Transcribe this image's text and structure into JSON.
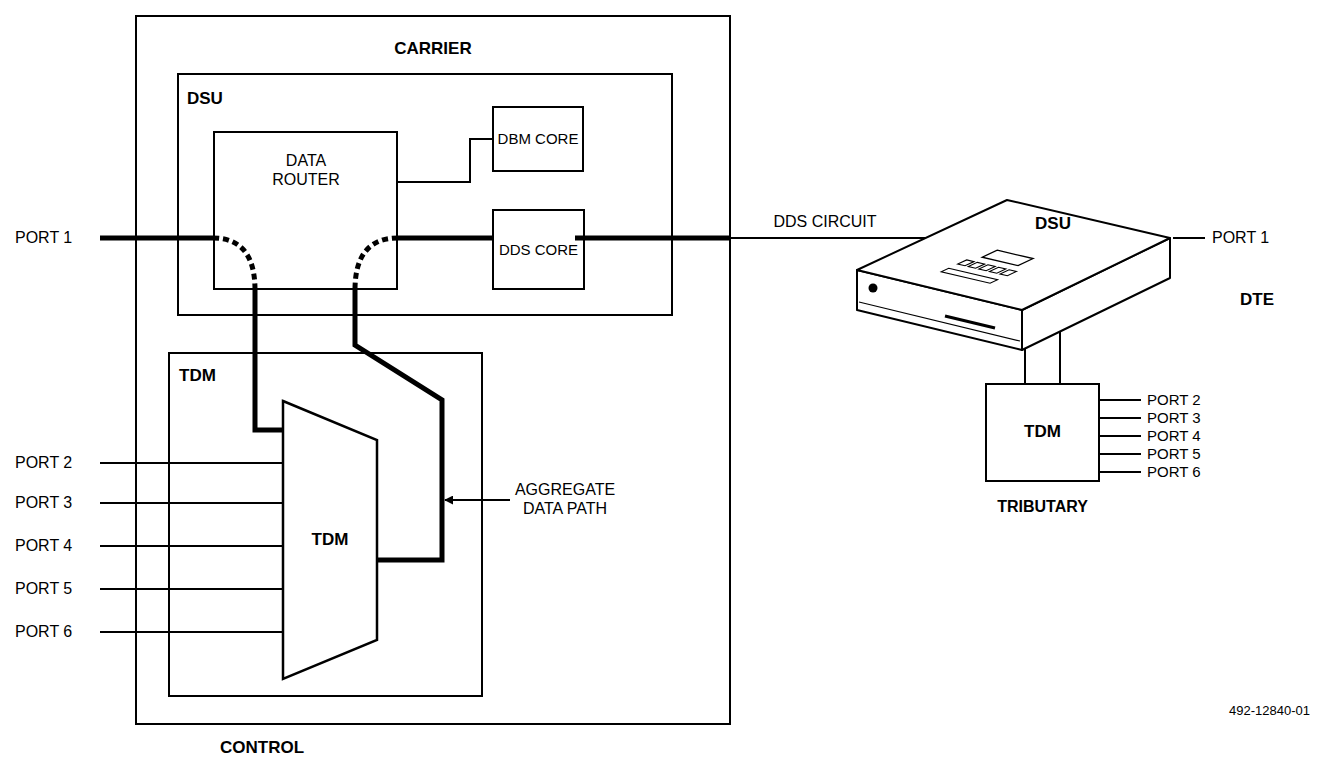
{
  "diagram": {
    "nodes": [
      {
        "text": [
          "CARRIER",
          "CONTROL"
        ]
      },
      {
        "text": [
          "DSU"
        ],
        "in": 0
      },
      {
        "text": [
          "DATA ROUTER"
        ],
        "in": 1
      },
      {
        "text": [
          "DBM CORE"
        ],
        "in": 1
      },
      {
        "text": [
          "DDS CORE"
        ],
        "in": 1
      },
      {
        "text": [
          "TDM"
        ],
        "in": 0
      },
      {
        "text": [
          "TDM"
        ],
        "in": 5
      },
      {
        "text": [
          "DSU"
        ]
      },
      {
        "text": [
          "TDM",
          "TRIBUTARY"
        ]
      }
    ],
    "edges": [
      {
        "from": 2,
        "to": 4,
        "arrow": "none"
      },
      {
        "from": 2,
        "to": 3,
        "arrow": "none"
      },
      {
        "from": 2,
        "to": 6,
        "arrow": "none"
      },
      {
        "from": 2,
        "to": 6,
        "arrow": "none"
      },
      {
        "from": 4,
        "to": 7,
        "label": "DDS CIRCUIT",
        "arrow": "none"
      },
      {
        "from": 7,
        "to": 8,
        "arrow": "none"
      },
      {
        "from": 7,
        "to": 8,
        "arrow": "none"
      }
    ],
    "labels": [
      "PORT 1",
      "PORT 2",
      "PORT 3",
      "PORT 4",
      "PORT 5",
      "PORT 6",
      "AGGREGATE DATA PATH",
      "PORT 1",
      "DTE",
      "PORT 2",
      "PORT 3",
      "PORT 4",
      "PORT 5",
      "PORT 6",
      "492-12840-01"
    ]
  }
}
